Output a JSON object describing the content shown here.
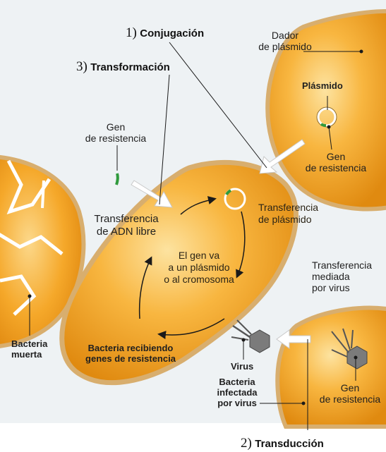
{
  "steps": {
    "conjugation": {
      "number": "1)",
      "name": "Conjugación"
    },
    "transduction": {
      "number": "2)",
      "name": "Transducción"
    },
    "transformation": {
      "number": "3)",
      "name": "Transformación"
    }
  },
  "labels": {
    "donor": [
      "Dador",
      "de plásmido"
    ],
    "plasmid": "Plásmido",
    "gene_donor": [
      "Gen",
      "de resistencia"
    ],
    "gene_free": [
      "Gen",
      "de resistencia"
    ],
    "free_dna": [
      "Transferencia",
      "de ADN libre"
    ],
    "plasmid_transfer": [
      "Transferencia",
      "de plásmido"
    ],
    "gene_goes": [
      "El gen va",
      "a un plásmido",
      "o al cromosoma"
    ],
    "virus_mediated": [
      "Transferencia",
      "mediada",
      "por virus"
    ],
    "dead_bacterium": [
      "Bacteria",
      "muerta"
    ],
    "receiving": [
      "Bacteria recibiendo",
      "genes de resistencia"
    ],
    "virus": "Virus",
    "infected": [
      "Bacteria",
      "infectada",
      "por virus"
    ],
    "gene_virus": [
      "Gen",
      "de resistencia"
    ]
  },
  "colors": {
    "cell_fill": "#f2a21e",
    "cell_light": "#fbd27a",
    "cell_wall": "#d8ae6e",
    "arrow": "#ffffff"
  }
}
